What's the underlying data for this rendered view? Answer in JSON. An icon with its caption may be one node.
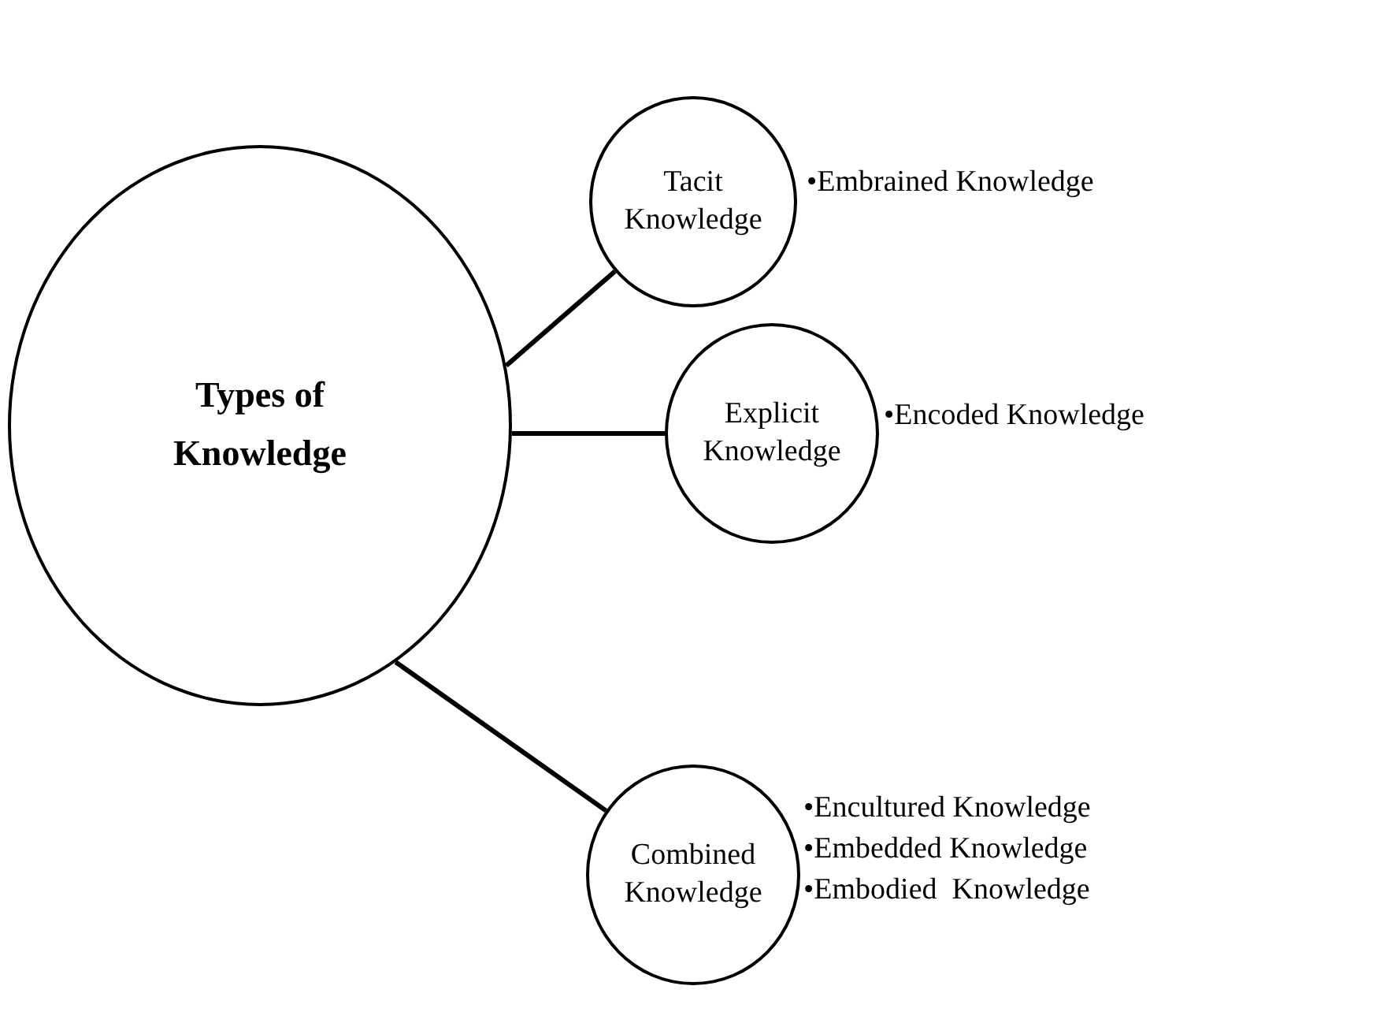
{
  "diagram": {
    "nodes": [
      {
        "text": [
          "Types of Knowledge"
        ]
      },
      {
        "text": [
          "Tacit Knowledge"
        ],
        "beside": [
          "•Embrained Knowledge"
        ]
      },
      {
        "text": [
          "Explicit Knowledge"
        ],
        "beside": [
          "•Encoded Knowledge"
        ]
      },
      {
        "text": [
          "Combined Knowledge"
        ],
        "beside": [
          "•Encultured Knowledge",
          "•Embedded Knowledge",
          "•Embodied  Knowledge"
        ]
      }
    ],
    "edges": [
      {
        "from": 0,
        "to": 1,
        "arrow": "none"
      },
      {
        "from": 0,
        "to": 2,
        "arrow": "none"
      },
      {
        "from": 0,
        "to": 3,
        "arrow": "none"
      }
    ]
  }
}
